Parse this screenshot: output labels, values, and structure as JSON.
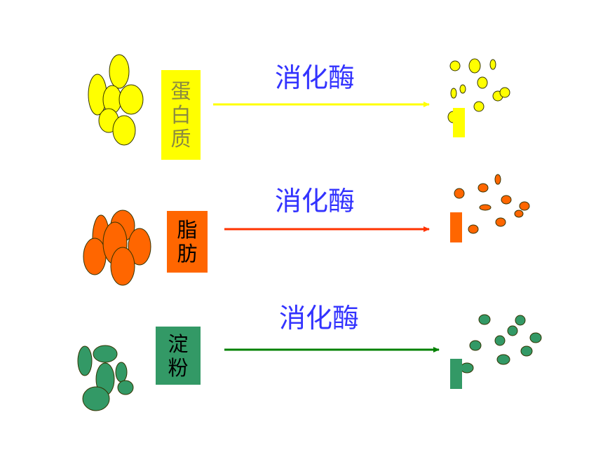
{
  "rows": [
    {
      "id": "protein",
      "label_chars": [
        "蛋",
        "白",
        "质"
      ],
      "enzyme_label": "消化酶",
      "box_color": "#ffff00",
      "text_color": "#8a8a40",
      "particle_color": "#ffff00",
      "outline_color": "#333300",
      "arrow_color": "#ffff00"
    },
    {
      "id": "fat",
      "label_chars": [
        "脂",
        "肪"
      ],
      "enzyme_label": "消化酶",
      "box_color": "#ff6600",
      "text_color": "#000000",
      "particle_color": "#ff6600",
      "outline_color": "#333300",
      "arrow_color": "#ff3300"
    },
    {
      "id": "starch",
      "label_chars": [
        "淀",
        "粉"
      ],
      "enzyme_label": "消化酶",
      "box_color": "#339966",
      "text_color": "#000000",
      "particle_color": "#339966",
      "outline_color": "#333300",
      "arrow_color": "#008000"
    }
  ],
  "enzyme_color": "#3333ff"
}
